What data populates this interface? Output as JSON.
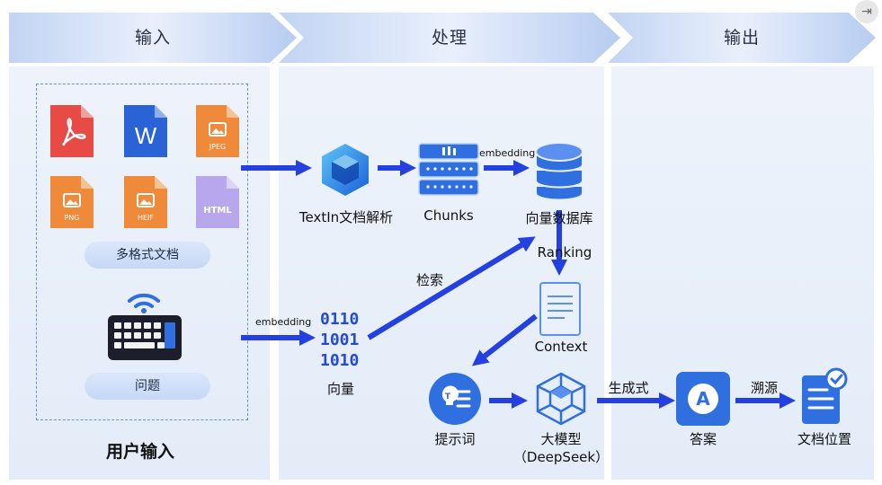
{
  "stages": {
    "input": "输入",
    "process": "处理",
    "output": "输出"
  },
  "input_panel": {
    "doc_formats": [
      "JPEG",
      "PNG",
      "HEIF",
      "HTML"
    ],
    "docs_label": "多格式文档",
    "question_label": "问题",
    "title": "用户输入"
  },
  "process_panel": {
    "parser_label": "TextIn文档解析",
    "chunks_label": "Chunks",
    "embedding_top": "embedding",
    "vector_db_label": "向量数据库",
    "ranking_label": "Ranking",
    "search_label": "检索",
    "embedding_left": "embedding",
    "binary_lines": [
      "0110",
      "1001",
      "1010"
    ],
    "vector_label": "向量",
    "context_label": "Context",
    "prompt_label": "提示词",
    "llm_label_1": "大模型",
    "llm_label_2": "（DeepSeek）",
    "generate_label": "生成式"
  },
  "output_panel": {
    "answer_label": "答案",
    "trace_label": "溯源",
    "doc_position_label": "文档位置"
  },
  "colors": {
    "arrow": "#2440e0",
    "accent": "#2f6fe0",
    "header_light": "#e6effc",
    "header_dark": "#b7ccf1",
    "panel": "#e8effa"
  },
  "icons": [
    "pdf-icon",
    "word-icon",
    "jpeg-icon",
    "png-icon",
    "heif-icon",
    "html-icon",
    "wifi-icon",
    "keyboard-icon",
    "cube-icon",
    "chunks-icon",
    "database-icon",
    "context-doc-icon",
    "bulb-icon",
    "llm-cube-icon",
    "answer-app-icon",
    "doc-check-icon",
    "exit-icon"
  ]
}
